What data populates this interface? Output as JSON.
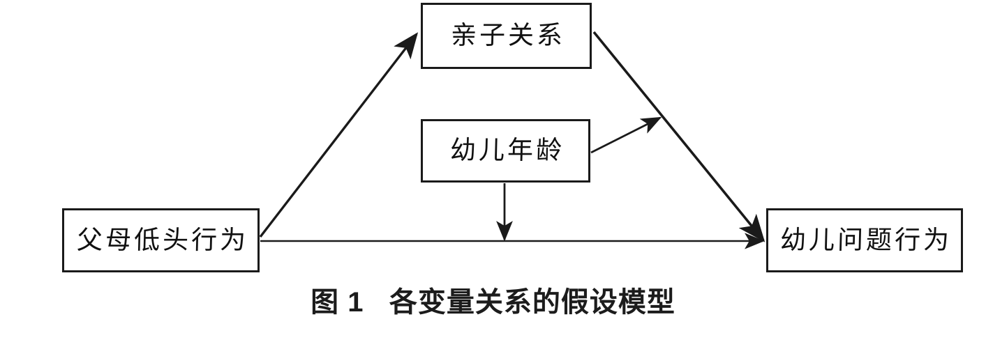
{
  "figure": {
    "caption": "图 1   各变量关系的假设模型",
    "caption_number": "图 1",
    "caption_title": "各变量关系的假设模型",
    "background_color": "#ffffff",
    "line_color": "#1a1a1a",
    "text_color": "#111111"
  },
  "nodes": {
    "parent_phubbing": {
      "label": "父母低头行为",
      "role": "independent-variable"
    },
    "parent_child_relationship": {
      "label": "亲子关系",
      "role": "mediator"
    },
    "child_age": {
      "label": "幼儿年龄",
      "role": "moderator"
    },
    "child_problem_behavior": {
      "label": "幼儿问题行为",
      "role": "dependent-variable"
    }
  },
  "edges": [
    {
      "name": "phubbing-to-relationship",
      "from": "父母低头行为",
      "to": "亲子关系",
      "style": "solid-arrow"
    },
    {
      "name": "relationship-to-problem",
      "from": "亲子关系",
      "to": "幼儿问题行为",
      "style": "solid-arrow"
    },
    {
      "name": "phubbing-to-problem",
      "from": "父母低头行为",
      "to": "幼儿问题行为",
      "style": "solid-arrow"
    },
    {
      "name": "age-moderates-relationship-to-problem",
      "from": "幼儿年龄",
      "to": "亲子关系→幼儿问题行为路径",
      "style": "solid-arrow"
    },
    {
      "name": "age-moderates-phubbing-to-problem",
      "from": "幼儿年龄",
      "to": "父母低头行为→幼儿问题行为路径",
      "style": "solid-arrow"
    }
  ]
}
